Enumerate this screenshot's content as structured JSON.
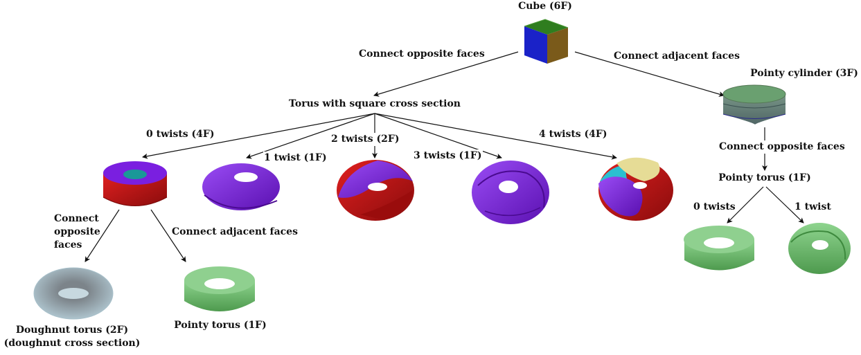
{
  "nodes": {
    "cube": "Cube (6F)",
    "torus_square": "Torus with square cross section",
    "pointy_cylinder": "Pointy cylinder (3F)",
    "pointy_torus_right": "Pointy torus (1F)",
    "doughnut_torus_line1": "Doughnut torus (2F)",
    "doughnut_torus_line2": "(doughnut cross section)",
    "pointy_torus_left": "Pointy torus (1F)"
  },
  "edges": {
    "cube_to_torus": "Connect opposite faces",
    "cube_to_cylinder": "Connect adjacent faces",
    "twists0": "0 twists (4F)",
    "twist1": "1 twist (1F)",
    "twists2": "2 twists (2F)",
    "twists3": "3 twists (1F)",
    "twists4": "4 twists (4F)",
    "cylinder_to_torus": "Connect opposite faces",
    "pt_0twists": "0 twists",
    "pt_1twist": "1 twist",
    "t0_opp_line1": "Connect",
    "t0_opp_line2": "opposite",
    "t0_opp_line3": "faces",
    "t0_adjacent": "Connect adjacent faces"
  },
  "colors": {
    "cube_top": "#2f7d1f",
    "cube_left": "#1a22c8",
    "cube_right": "#7a5a1a",
    "purple": "#7a1fe0",
    "red": "#c81818",
    "green": "#6cb86c",
    "teal": "#2bbfd0",
    "cream": "#e6dc96",
    "grey_blue": "#9ab0bc",
    "edge": "#111111"
  }
}
